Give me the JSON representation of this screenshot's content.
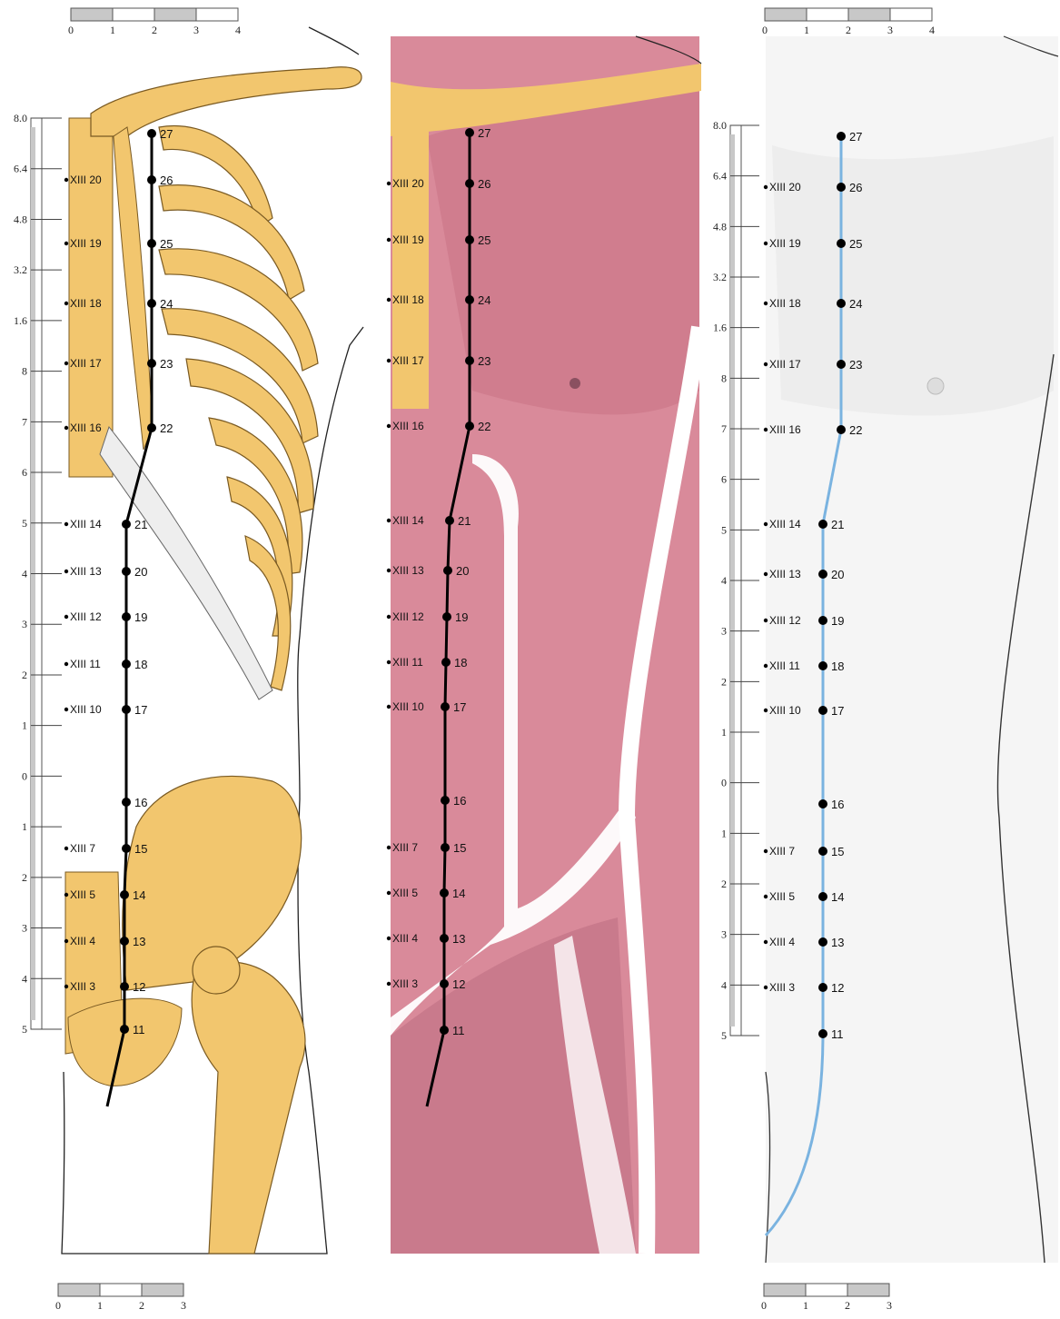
{
  "scales": {
    "top_left": {
      "ticks": [
        "0",
        "1",
        "2",
        "3",
        "4"
      ]
    },
    "top_right": {
      "ticks": [
        "0",
        "1",
        "2",
        "3",
        "4"
      ]
    },
    "bottom_left": {
      "ticks": [
        "0",
        "1",
        "2",
        "3"
      ]
    },
    "bottom_right": {
      "ticks": [
        "0",
        "1",
        "2",
        "3"
      ]
    }
  },
  "ruler": {
    "ticks": [
      "8.0",
      "6.4",
      "4.8",
      "3.2",
      "1.6",
      "8",
      "7",
      "6",
      "5",
      "4",
      "3",
      "2",
      "1",
      "0",
      "1",
      "2",
      "3",
      "4",
      "5"
    ]
  },
  "points": [
    {
      "num": "27",
      "side": ""
    },
    {
      "num": "26",
      "side": "XIII 20"
    },
    {
      "num": "25",
      "side": "XIII 19"
    },
    {
      "num": "24",
      "side": "XIII 18"
    },
    {
      "num": "23",
      "side": "XIII 17"
    },
    {
      "num": "22",
      "side": "XIII 16"
    },
    {
      "num": "21",
      "side": "XIII 14"
    },
    {
      "num": "20",
      "side": "XIII 13"
    },
    {
      "num": "19",
      "side": "XIII 12"
    },
    {
      "num": "18",
      "side": "XIII 11"
    },
    {
      "num": "17",
      "side": "XIII 10"
    },
    {
      "num": "16",
      "side": ""
    },
    {
      "num": "15",
      "side": "XIII 7"
    },
    {
      "num": "14",
      "side": "XIII 5"
    },
    {
      "num": "13",
      "side": "XIII 4"
    },
    {
      "num": "12",
      "side": "XIII 3"
    },
    {
      "num": "11",
      "side": ""
    }
  ],
  "colors": {
    "bone": "#f2c66e",
    "bone_stroke": "#7a5a22",
    "muscle": "#d98a9a",
    "muscle_dark": "#b85f72",
    "fascia": "#ffffff",
    "skin": "#f4f4f4",
    "channel_black": "#000000",
    "channel_blue": "#7ab3e0",
    "scale_gray": "#c8c8c8"
  }
}
